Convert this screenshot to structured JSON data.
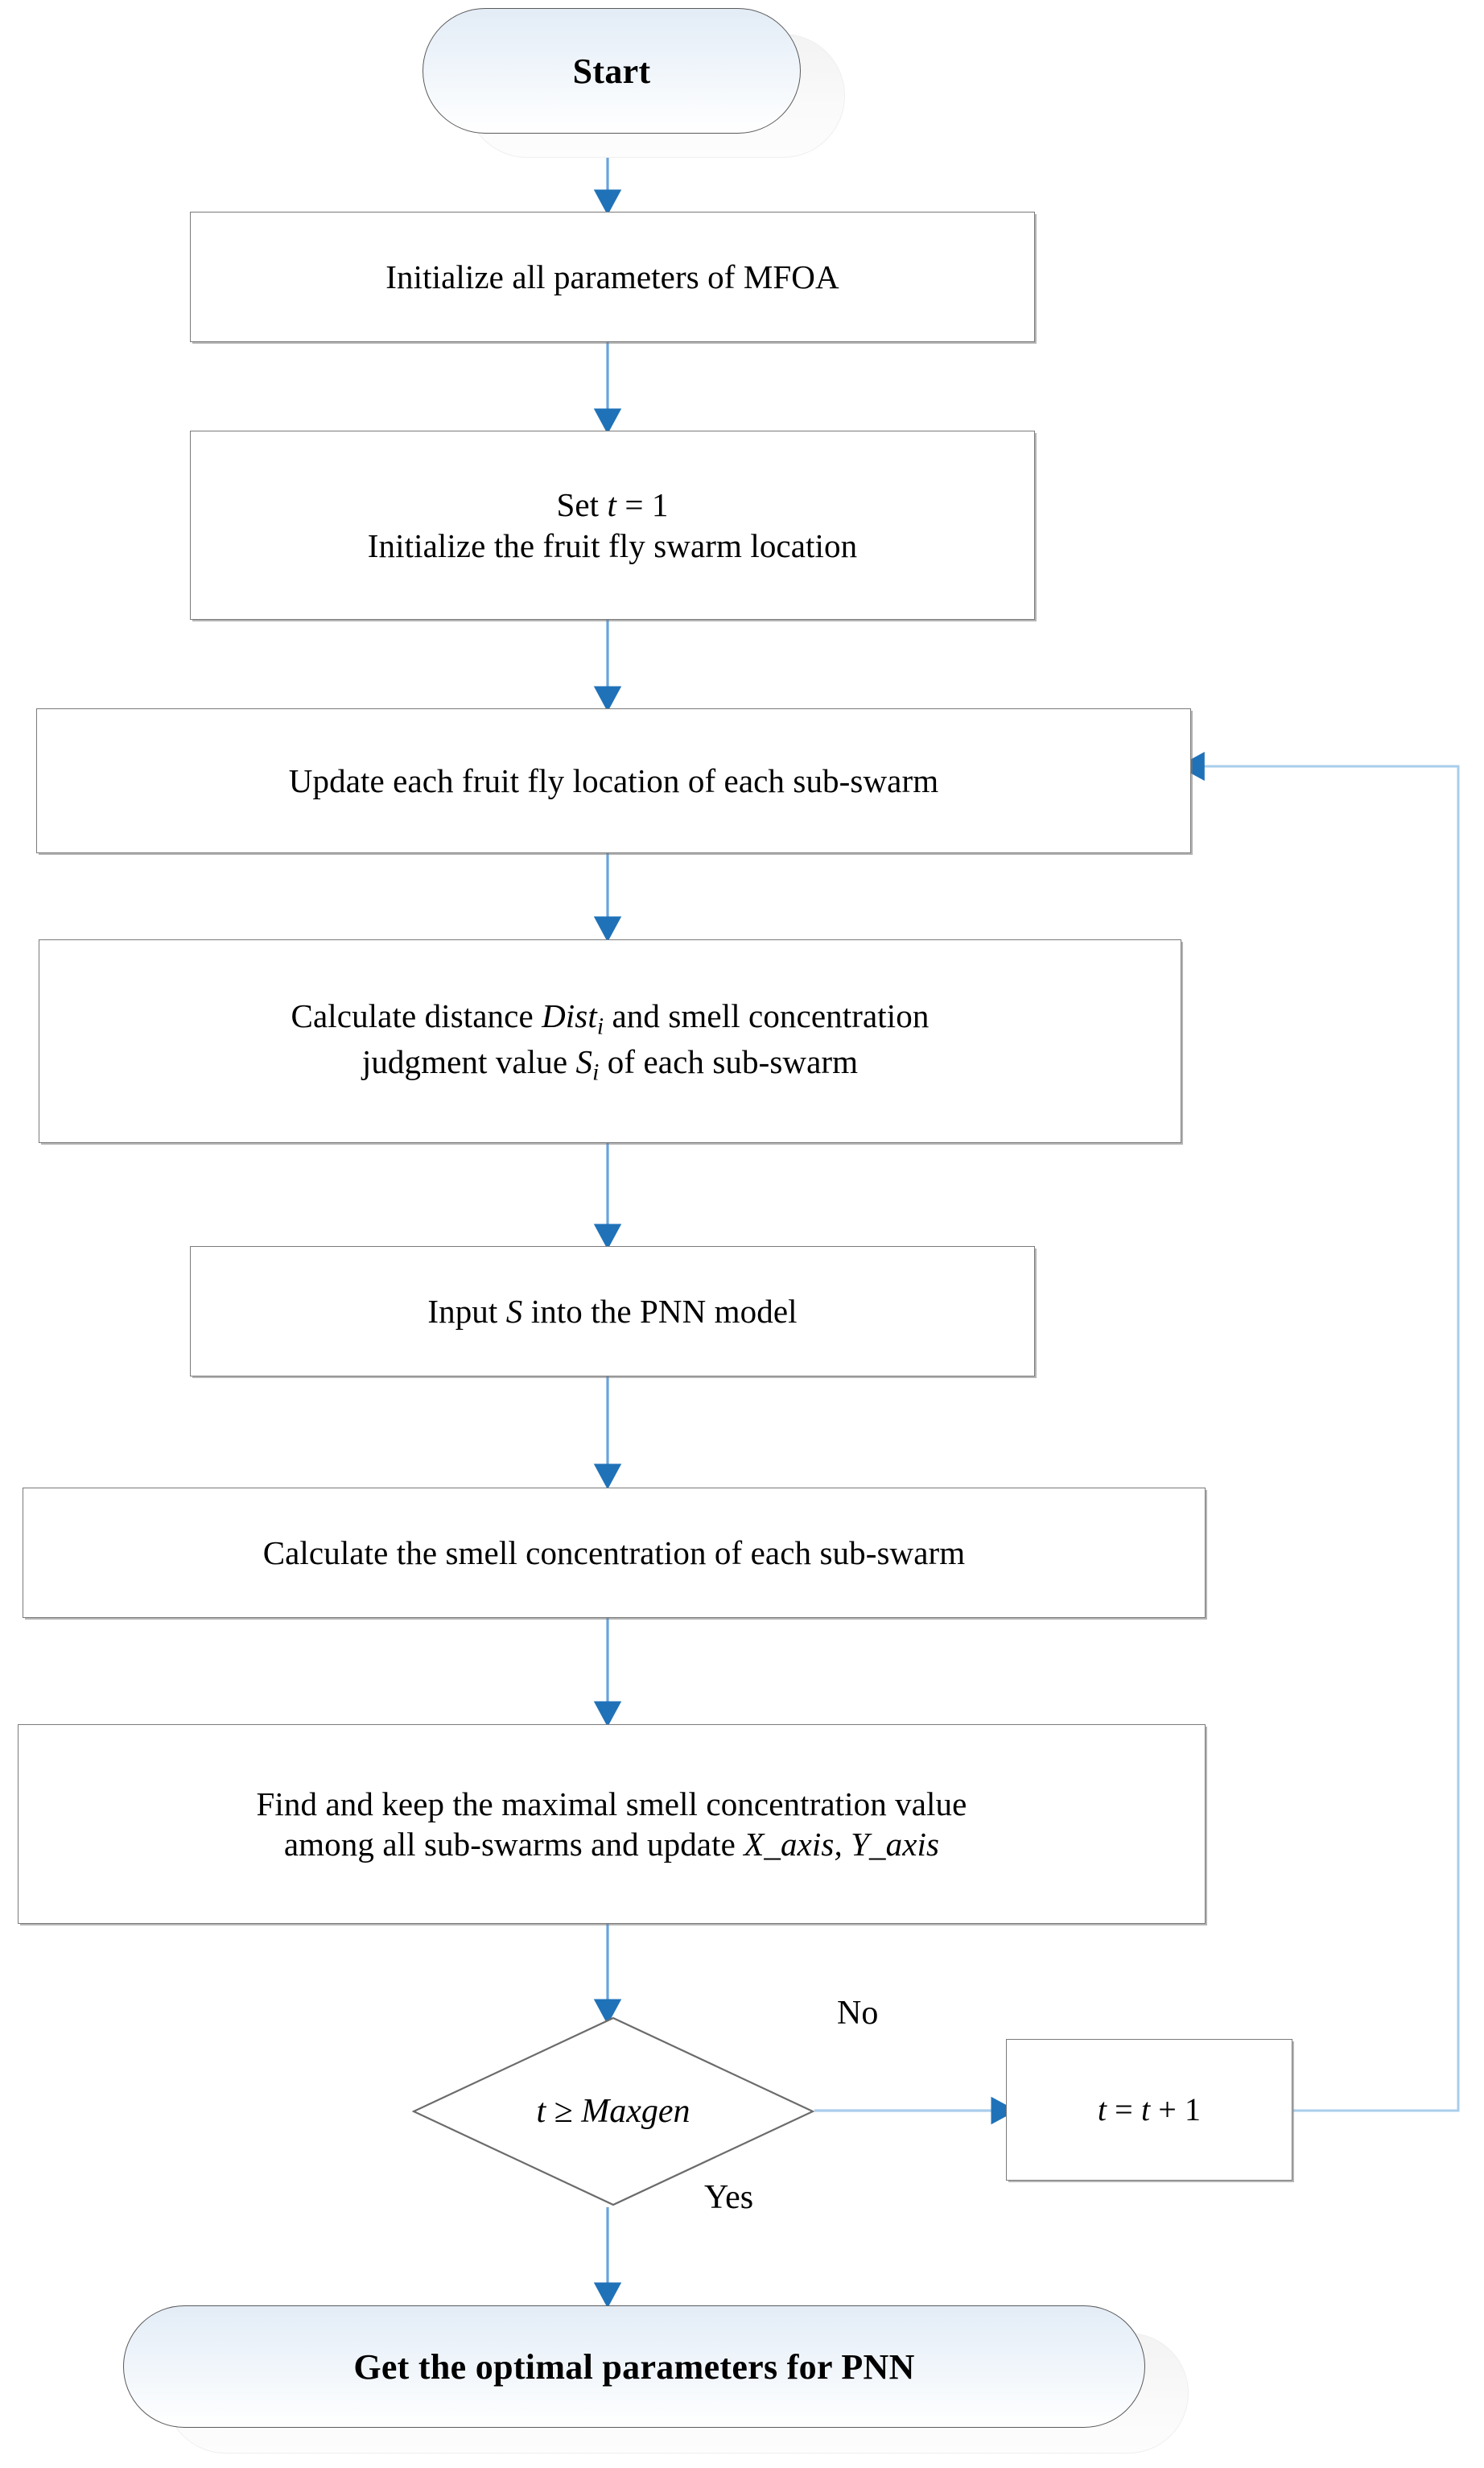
{
  "diagram": {
    "title": "MFOA-PNN optimization flowchart",
    "colors": {
      "arrow": "#4a90d9",
      "arrow_head": "#1f72b8",
      "box_border": "#7a7a7a",
      "diamond_border": "#6b6b6b",
      "terminator_border": "#5a5a5a",
      "terminator_fill_top": "#e3ecf6",
      "terminator_fill_bottom": "#ffffff",
      "text": "#000000",
      "background": "#ffffff"
    },
    "nodes": [
      {
        "id": "start",
        "type": "terminator",
        "label": "Start"
      },
      {
        "id": "init-params",
        "type": "process",
        "lines": [
          "Initialize all parameters of MFOA"
        ]
      },
      {
        "id": "set-t",
        "type": "process",
        "lines": [
          "Set t = 1",
          "Initialize the fruit fly swarm location"
        ],
        "line1_pre": "Set ",
        "line1_var": "t",
        "line1_post": " = 1",
        "line2": "Initialize the fruit fly swarm location"
      },
      {
        "id": "update-location",
        "type": "process",
        "lines": [
          "Update each fruit fly location of each sub-swarm"
        ]
      },
      {
        "id": "calc-distance",
        "type": "process",
        "line1_pre": "Calculate distance ",
        "line1_var": "Dist",
        "line1_sub": "i",
        "line1_post": " and smell concentration",
        "line2_pre": "judgment value ",
        "line2_var": "S",
        "line2_sub": "i",
        "line2_post": " of each sub-swarm"
      },
      {
        "id": "input-s",
        "type": "process",
        "line_pre": "Input ",
        "line_var": "S",
        "line_post": " into the PNN model"
      },
      {
        "id": "calc-smell",
        "type": "process",
        "lines": [
          "Calculate the smell concentration of each sub-swarm"
        ]
      },
      {
        "id": "find-max",
        "type": "process",
        "line1": "Find and keep the maximal smell concentration value",
        "line2_pre": "among all sub-swarms and update ",
        "line2_var": "X_axis, Y_axis"
      },
      {
        "id": "decision-maxgen",
        "type": "decision",
        "var_left": "t",
        "operator": " ≥ ",
        "var_right": "Maxgen"
      },
      {
        "id": "increment-t",
        "type": "process",
        "var_left": "t",
        "operator": " = ",
        "var_right": "t",
        "tail": " + 1"
      },
      {
        "id": "end",
        "type": "terminator",
        "label": "Get the optimal parameters for PNN"
      }
    ],
    "edge_labels": {
      "no": "No",
      "yes": "Yes"
    }
  }
}
